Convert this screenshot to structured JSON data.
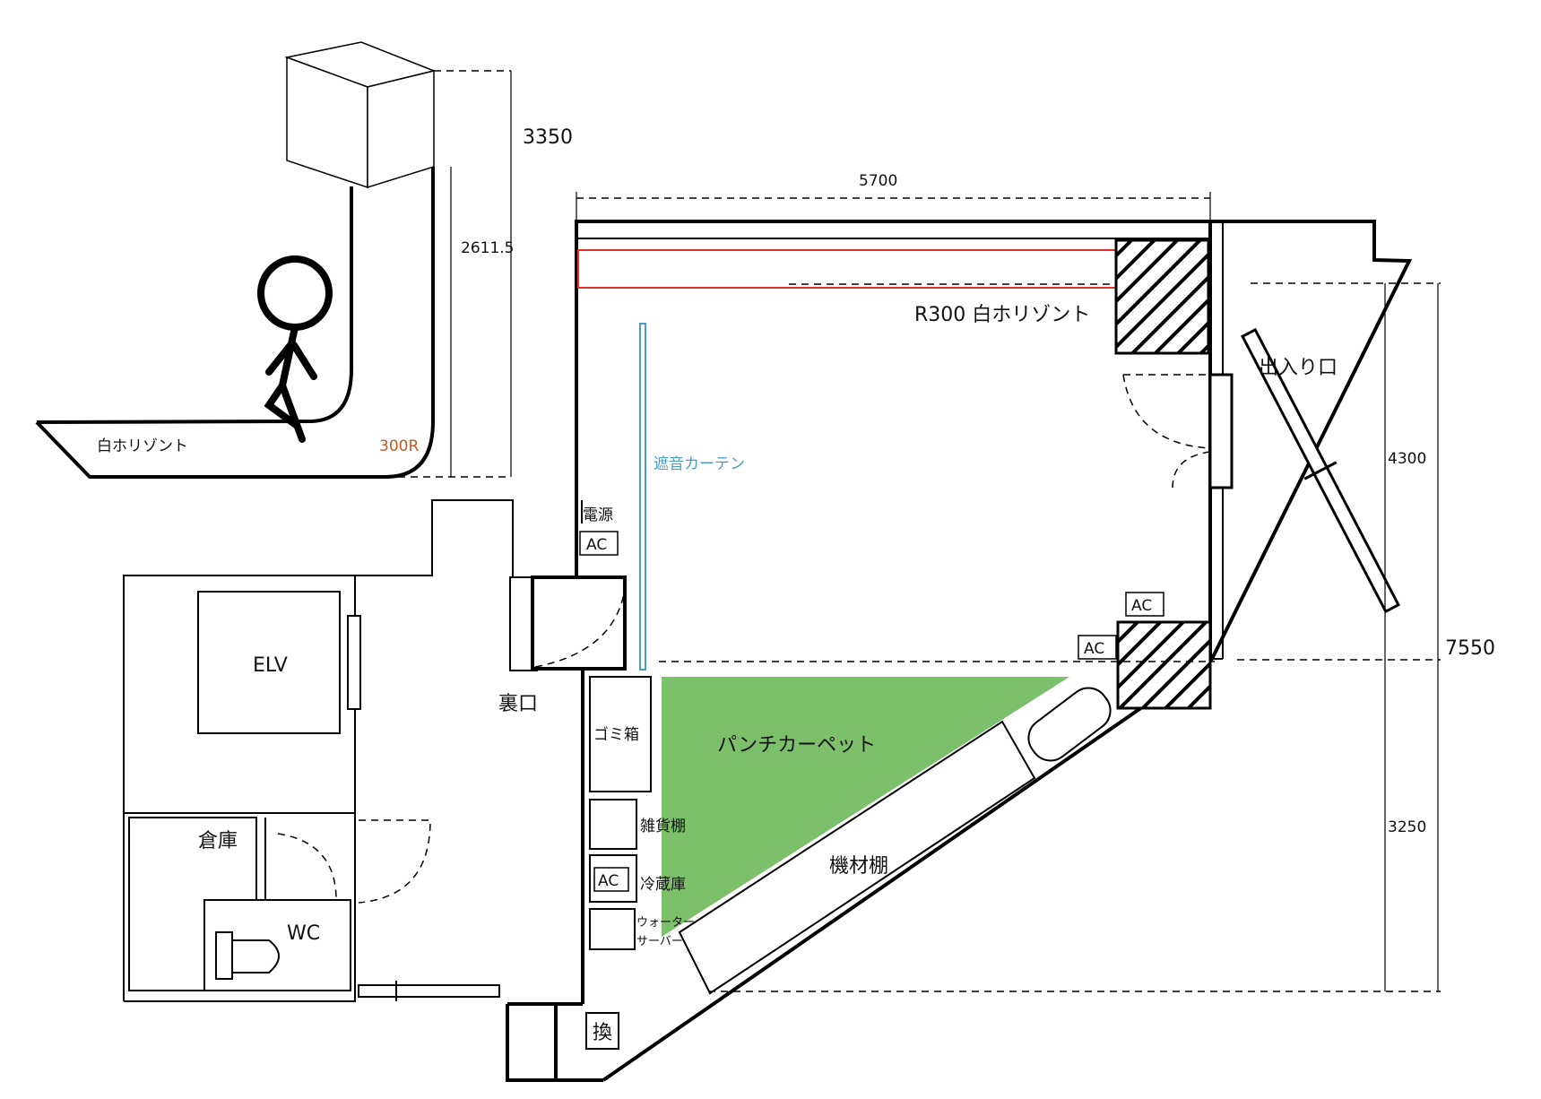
{
  "colors": {
    "carpet": "#7dc06b",
    "horizont_red": "#e0302a",
    "curtain_blue": "#4a9cc8",
    "corner_orange": "#c9581f"
  },
  "icons": [
    "stick-figure-icon",
    "toilet-icon",
    "hatched-pillar-icon"
  ],
  "inset": {
    "horizont_label": "白ホリゾント",
    "radius_label": "300R",
    "height_total": "3350",
    "height_wall": "2611.5"
  },
  "dimensions": {
    "width_top": "5700",
    "right_upper": "4300",
    "right_lower": "3250",
    "right_total": "7550"
  },
  "labels": {
    "horizont": "R300 白ホリゾント",
    "entrance": "出入り口",
    "curtain": "遮音カーテン",
    "power": "電源",
    "ac": "AC",
    "elevator": "ELV",
    "back_door": "裏口",
    "trash": "ゴミ箱",
    "carpet": "パンチカーペット",
    "shelf": "雑貨棚",
    "fridge": "冷蔵庫",
    "water_1": "ウォーター",
    "water_2": "サーバー",
    "equipment": "機材棚",
    "storage": "倉庫",
    "wc": "WC",
    "vent": "換"
  }
}
